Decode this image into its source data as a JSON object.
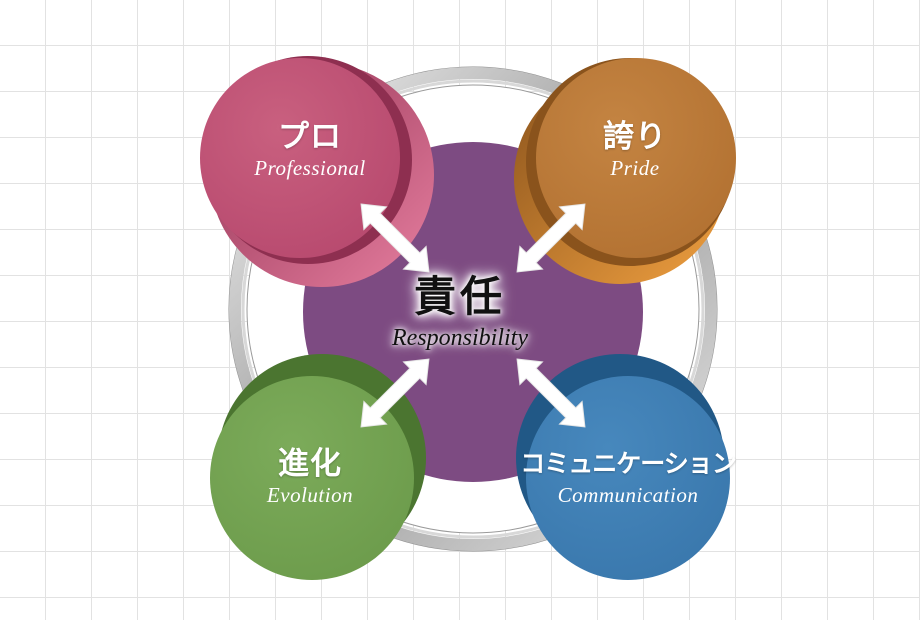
{
  "nodes": {
    "pro": {
      "title": "プロ",
      "subtitle": "Professional",
      "color": "#bd4f73",
      "shadow_color": "#8e2f50"
    },
    "pride": {
      "title": "誇り",
      "subtitle": "Pride",
      "color": "#b87836",
      "shadow_color": "#8a531c"
    },
    "evolution": {
      "title": "進化",
      "subtitle": "Evolution",
      "color": "#72a050",
      "shadow_color": "#4b7530"
    },
    "communication": {
      "title": "コミュニケーション",
      "subtitle": "Communication",
      "color": "#3d7cb1",
      "shadow_color": "#215886"
    },
    "center": {
      "title": "責任",
      "subtitle": "Responsibility",
      "color": "#7d4b82"
    }
  },
  "ring_color": "#b9b9b9",
  "arrow_color": "#ffffff"
}
